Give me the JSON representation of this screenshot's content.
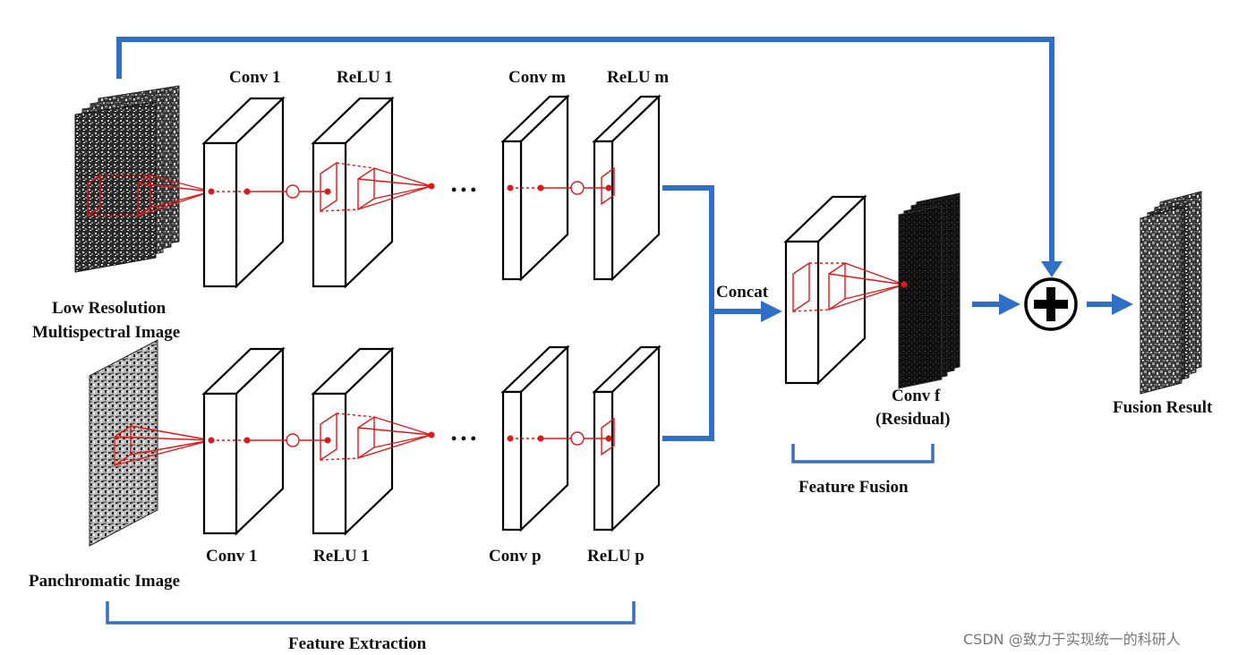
{
  "labels": {
    "conv1_top": "Conv 1",
    "relu1_top": "ReLU 1",
    "convm": "Conv m",
    "relum": "ReLU m",
    "conv1_bottom": "Conv 1",
    "relu1_bottom": "ReLU 1",
    "convp": "Conv p",
    "relup": "ReLU p",
    "lowres_line1": "Low Resolution",
    "lowres_line2": "Multispectral Image",
    "pan": "Panchromatic Image",
    "concat": "Concat",
    "convf_line1": "Conv f",
    "convf_line2": "(Residual)",
    "fusion_result": "Fusion Result",
    "feature_fusion": "Feature Fusion",
    "feature_extraction": "Feature Extraction",
    "ellipsis": "• • •"
  },
  "watermark": "CSDN @致力于实现统一的科研人",
  "colors": {
    "flow": "#2f6fc6",
    "kernel": "#e01818",
    "bracket": "#3a6fba"
  }
}
